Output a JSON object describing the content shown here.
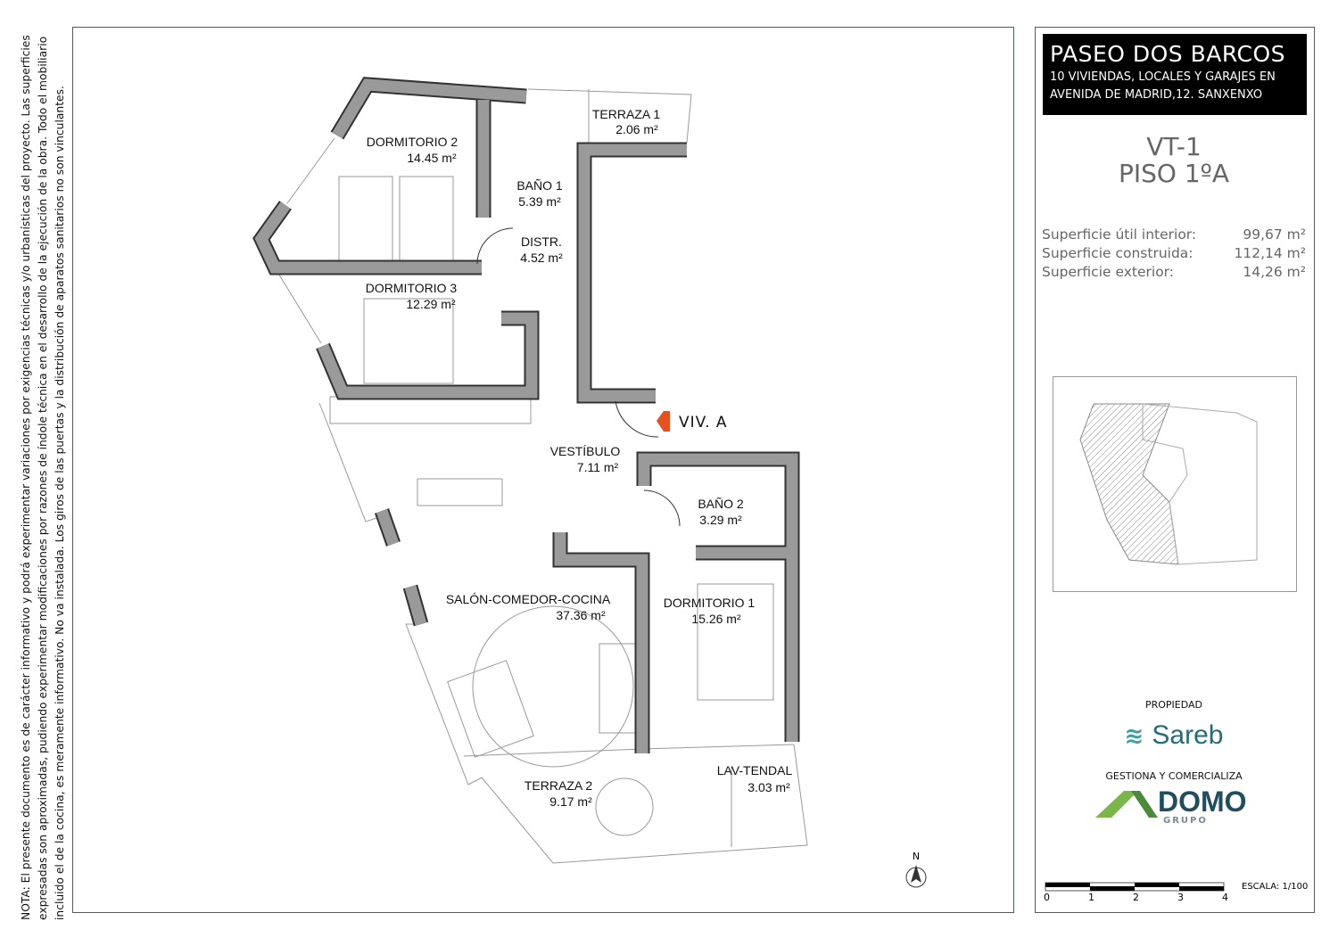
{
  "note": [
    "NOTA: El presente documento es de carácter informativo y podrá experimentar variaciones por exigencias técnicas y/o urbanísticas del proyecto. Las superficies",
    "expresadas son aproximadas, pudiendo experimentar modificaciones por razones de índole técnica en el desarrollo de la ejecución de la obra. Todo el mobiliario",
    "incluido el de la cocina, es meramente informativo. No va instalada. Los giros de las puertas y la distribución de aparatos sanitarios no son vinculantes."
  ],
  "header": {
    "title": "PASEO DOS BARCOS",
    "subtitle_1": "10 VIVIENDAS, LOCALES Y GARAJES EN",
    "subtitle_2": "AVENIDA DE MADRID,12. SANXENXO"
  },
  "unit": {
    "code": "VT-1",
    "name": "PISO 1ºA"
  },
  "areas": [
    {
      "label": "Superficie útil interior:",
      "value": "99,67 m²"
    },
    {
      "label": "Superficie construida:",
      "value": "112,14 m²"
    },
    {
      "label": "Superficie exterior:",
      "value": "14,26 m²"
    }
  ],
  "rooms": [
    {
      "name": "TERRAZA 1",
      "area": "2.06 m²"
    },
    {
      "name": "DORMITORIO 2",
      "area": "14.45 m²"
    },
    {
      "name": "BAÑO 1",
      "area": "5.39 m²"
    },
    {
      "name": "DISTR.",
      "area": "4.52 m²"
    },
    {
      "name": "DORMITORIO 3",
      "area": "12.29 m²"
    },
    {
      "name": "VESTÍBULO",
      "area": "7.11 m²"
    },
    {
      "name": "BAÑO 2",
      "area": "3.29 m²"
    },
    {
      "name": "SALÓN-COMEDOR-COCINA",
      "area": "37.36  m²"
    },
    {
      "name": "DORMITORIO 1",
      "area": "15.26 m²"
    },
    {
      "name": "TERRAZA 2",
      "area": "9.17 m²"
    },
    {
      "name": "LAV-TENDAL",
      "area": "3.03 m²"
    }
  ],
  "entrance_label": "VIV. A",
  "north_label": "N",
  "owner_label": "PROPIEDAD",
  "owner_logo": "Sareb",
  "manager_label": "GESTIONA Y COMERCIALIZA",
  "manager_logo": {
    "main": "DOMO",
    "sub": "GRUPO"
  },
  "scale": {
    "label": "ESCALA: 1/100",
    "ticks": [
      "0",
      "1",
      "2",
      "3",
      "4"
    ]
  },
  "colors": {
    "wall": "#9a9a9a",
    "entrance": "#e8501e",
    "sareb": "#1e6e7e",
    "domo": "#1f4e5f",
    "domo_green": "#7ab648"
  }
}
